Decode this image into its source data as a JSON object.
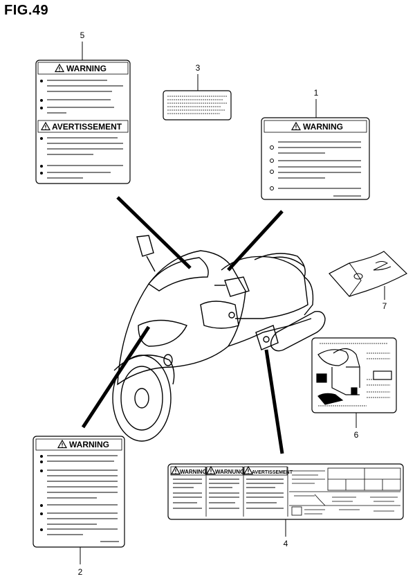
{
  "figure": {
    "title": "FIG.49"
  },
  "labels": {
    "l5": {
      "number": "5",
      "heading1": "WARNING",
      "heading2": "AVERTISSEMENT"
    },
    "l3": {
      "number": "3"
    },
    "l1": {
      "number": "1",
      "heading": "WARNING"
    },
    "l7": {
      "number": "7"
    },
    "l6": {
      "number": "6"
    },
    "l2": {
      "number": "2",
      "heading": "WARNING"
    },
    "l4": {
      "number": "4",
      "heading1": "WARNING",
      "heading2": "WARNUNG",
      "heading3": "AVERTISSEMENT"
    }
  },
  "icons": {
    "warning": "warning-triangle-icon"
  }
}
